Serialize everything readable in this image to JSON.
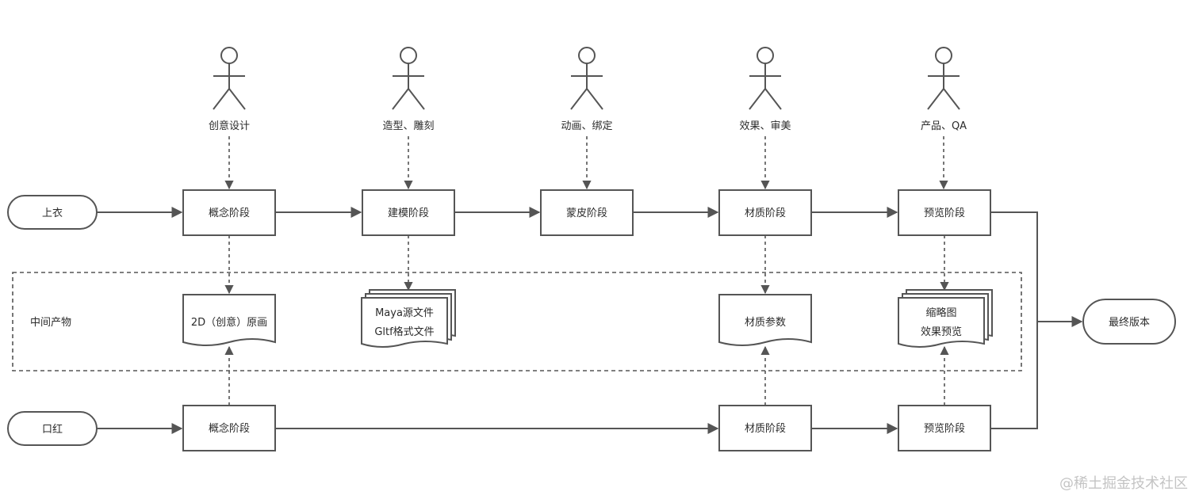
{
  "actors": [
    {
      "id": "a1",
      "label": "创意设计"
    },
    {
      "id": "a2",
      "label": "造型、雕刻"
    },
    {
      "id": "a3",
      "label": "动画、绑定"
    },
    {
      "id": "a4",
      "label": "效果、审美"
    },
    {
      "id": "a5",
      "label": "产品、QA"
    }
  ],
  "rows": {
    "top": {
      "start": "上衣",
      "stages": [
        "概念阶段",
        "建模阶段",
        "蒙皮阶段",
        "材质阶段",
        "预览阶段"
      ]
    },
    "bottom": {
      "start": "口红",
      "stages": [
        "概念阶段",
        "材质阶段",
        "预览阶段"
      ]
    }
  },
  "region": {
    "label": "中间产物"
  },
  "artifacts": [
    {
      "id": "d1",
      "lines": [
        "2D（创意）原画"
      ]
    },
    {
      "id": "d2",
      "lines": [
        "Maya源文件",
        "Gltf格式文件"
      ]
    },
    {
      "id": "d3",
      "lines": [
        "材质参数"
      ]
    },
    {
      "id": "d4",
      "lines": [
        "缩略图",
        "效果预览"
      ]
    }
  ],
  "end": "最终版本",
  "watermark": "@稀土掘金技术社区",
  "colors": {
    "stroke": "#555555",
    "text": "#2b2b2b",
    "background": "#ffffff"
  }
}
